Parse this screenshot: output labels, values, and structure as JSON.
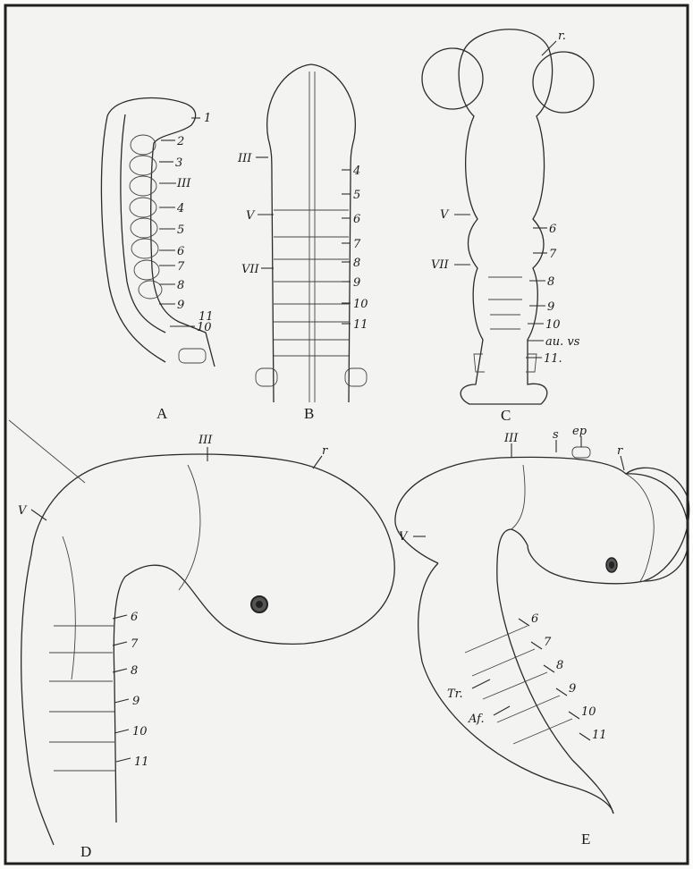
{
  "figures": {
    "A": {
      "letter": "A",
      "labels": [
        "1",
        "2",
        "3",
        "III",
        "4",
        "5",
        "6",
        "7",
        "8",
        "9",
        "10",
        "11"
      ]
    },
    "B": {
      "letter": "B",
      "left": [
        "III",
        "V",
        "VII"
      ],
      "right": [
        "4",
        "5",
        "6",
        "7",
        "8",
        "9",
        "10",
        "11"
      ]
    },
    "C": {
      "letter": "C",
      "left": [
        "V",
        "VII"
      ],
      "right": [
        "r.",
        "6",
        "7",
        "8",
        "9",
        "10",
        "au. vs",
        "11."
      ]
    },
    "D": {
      "letter": "D",
      "labels": [
        "III",
        "r",
        "V",
        "6",
        "7",
        "8",
        "9",
        "10",
        "11"
      ]
    },
    "E": {
      "letter": "E",
      "labels": [
        "III",
        "s",
        "ep",
        "r",
        "V",
        "6",
        "7",
        "8",
        "9",
        "10",
        "11",
        "Tr.",
        "Af."
      ]
    }
  }
}
